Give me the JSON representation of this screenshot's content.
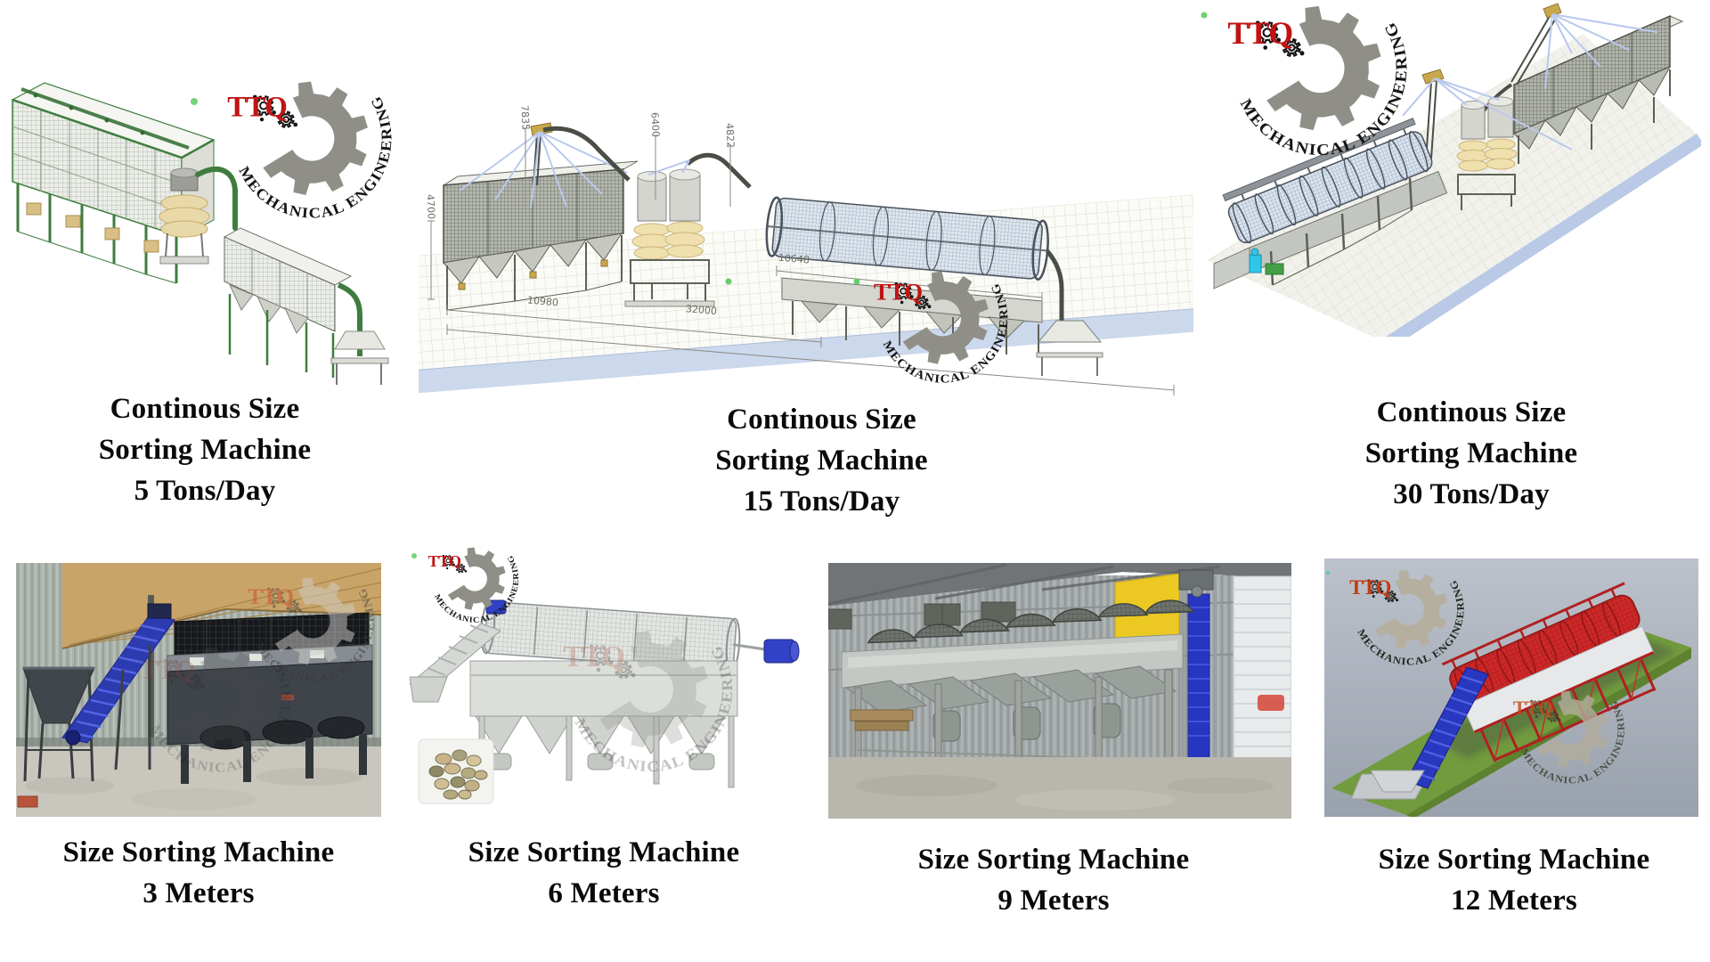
{
  "page": {
    "background": "#ffffff"
  },
  "logo": {
    "ttq": "TTQ",
    "text": "MECHANICAL ENGINEERING",
    "gear_color": "#8f8f88",
    "ttq_color": "#c01414"
  },
  "products": [
    {
      "id": "continuous-5",
      "title_lines": [
        "Continous Size",
        "Sorting Machine",
        "5 Tons/Day"
      ]
    },
    {
      "id": "continuous-15",
      "title_lines": [
        "Continous Size",
        "Sorting Machine",
        "15 Tons/Day"
      ],
      "dims": [
        "7835",
        "6400",
        "4822",
        "4700",
        "10980",
        "32000",
        "10648"
      ]
    },
    {
      "id": "continuous-30",
      "title_lines": [
        "Continous Size",
        "Sorting Machine",
        "30 Tons/Day"
      ]
    },
    {
      "id": "sorting-3m",
      "title_lines": [
        "Size Sorting Machine",
        "3 Meters"
      ]
    },
    {
      "id": "sorting-6m",
      "title_lines": [
        "Size Sorting Machine",
        "6 Meters"
      ]
    },
    {
      "id": "sorting-9m",
      "title_lines": [
        "Size Sorting Machine",
        "9 Meters"
      ]
    },
    {
      "id": "sorting-12m",
      "title_lines": [
        "Size Sorting Machine",
        "12 Meters"
      ]
    }
  ]
}
